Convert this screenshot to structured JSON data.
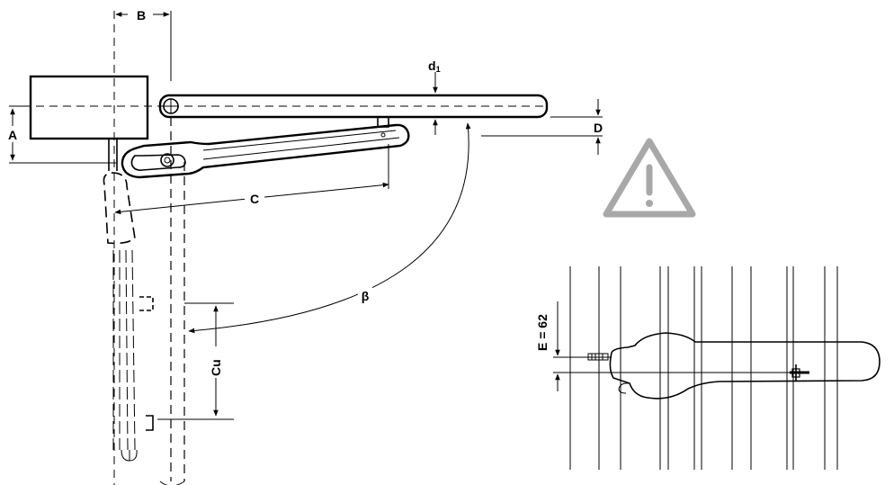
{
  "labels": {
    "A": "A",
    "B": "B",
    "C": "C",
    "D": "D",
    "d1_main": "d",
    "d1_sub": "1",
    "beta": "β",
    "Cu": "Cu",
    "E": "E = 62"
  },
  "warning": {
    "icon": "warning-triangle-icon",
    "color": "#a8a8a8"
  }
}
